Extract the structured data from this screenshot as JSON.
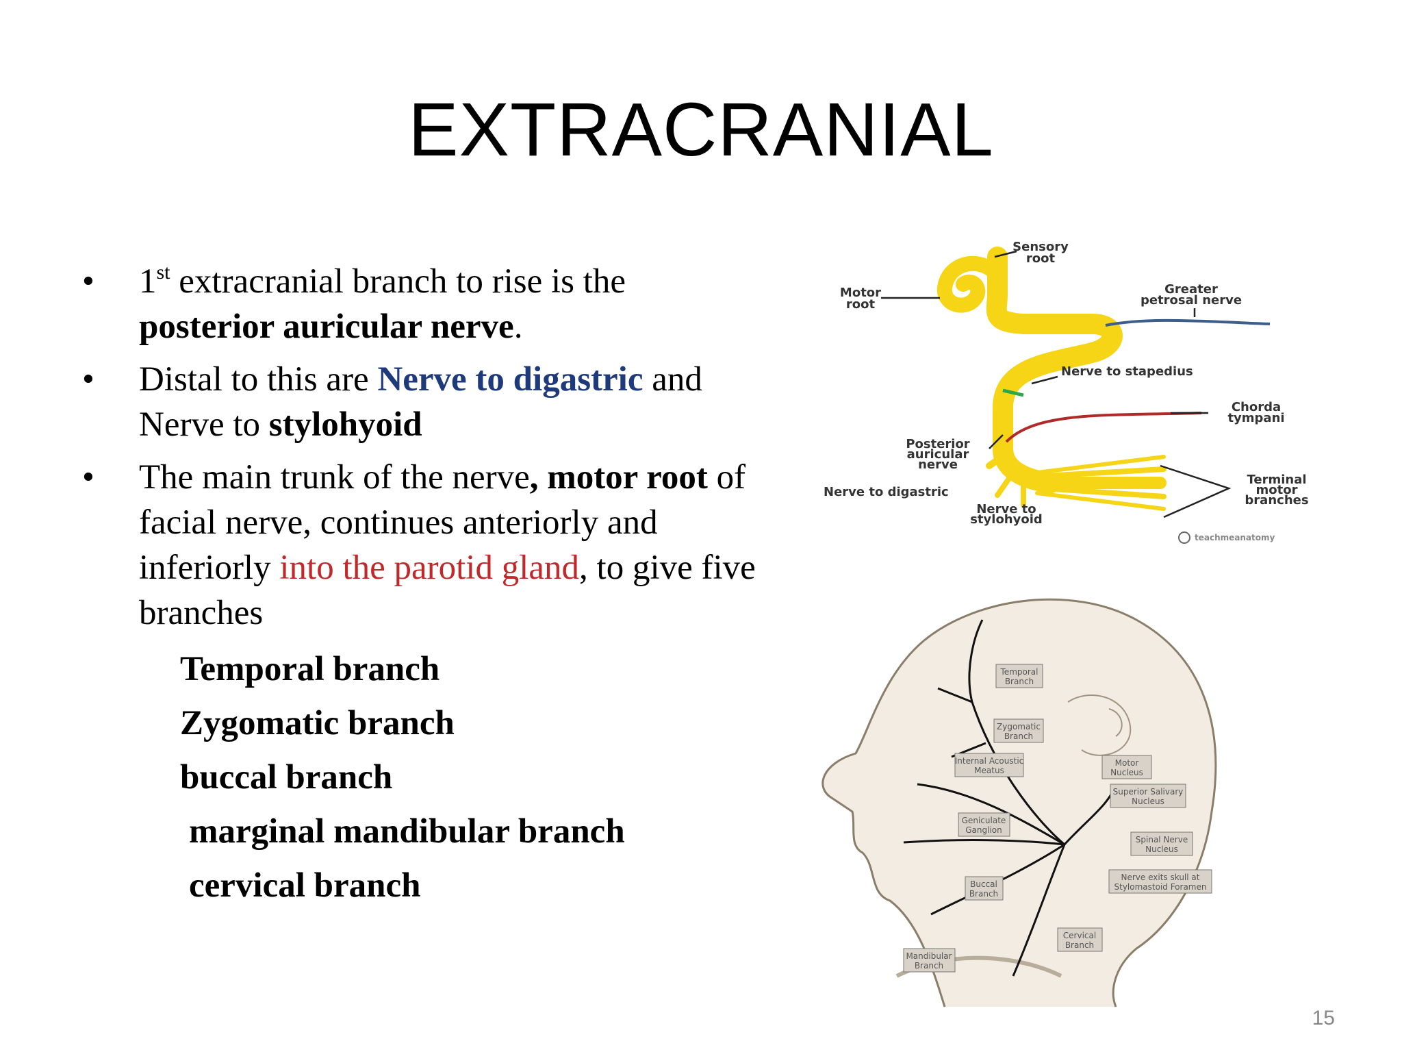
{
  "slide": {
    "title": "EXTRACRANIAL",
    "page_number": "15",
    "bullets": [
      {
        "marker": "•",
        "runs": [
          [
            "1",
            ""
          ],
          [
            "st",
            "sup"
          ],
          [
            " extracranial branch to rise is the ",
            ""
          ],
          [
            "posterior auricular nerve",
            "b"
          ],
          [
            ".",
            ""
          ]
        ]
      },
      {
        "marker": "•",
        "runs": [
          [
            "Distal to this are ",
            ""
          ],
          [
            "Nerve to digastric",
            "blue"
          ],
          [
            "  and Nerve to ",
            ""
          ],
          [
            "stylohyoid",
            "b"
          ]
        ]
      },
      {
        "marker": "•",
        "runs": [
          [
            "The main trunk of the nerve",
            ""
          ],
          [
            ", motor root",
            "b"
          ],
          [
            " of facial nerve,  continues anteriorly and inferiorly ",
            ""
          ],
          [
            "into the parotid gland",
            "red"
          ],
          [
            ", to give five branches",
            ""
          ]
        ]
      }
    ],
    "branches": {
      "temporal": "Temporal branch",
      "zygomatic": "Zygomatic branch",
      "buccal": "buccal branch",
      "marginal": "marginal mandibular branch",
      "cervical": "cervical branch"
    },
    "colors": {
      "blue": "#1f3a7a",
      "red": "#c0282a",
      "nerve_yellow": "#f5d516"
    }
  },
  "nerve_diagram": {
    "labels": {
      "sensory_root_1": "Sensory",
      "sensory_root_2": "root",
      "motor_root_1": "Motor",
      "motor_root_2": "root",
      "greater_petrosal_1": "Greater",
      "greater_petrosal_2": "petrosal nerve",
      "nerve_to_stapedius": "Nerve to stapedius",
      "chorda_1": "Chorda",
      "chorda_2": "tympani",
      "posterior_auricular_1": "Posterior",
      "posterior_auricular_2": "auricular",
      "posterior_auricular_3": "nerve",
      "terminal_1": "Terminal",
      "terminal_2": "motor",
      "terminal_3": "branches",
      "nerve_to_digastric": "Nerve to digastric",
      "nerve_to_stylohyoid_1": "Nerve to",
      "nerve_to_stylohyoid_2": "stylohyoid",
      "credit": "teachmeanatomy"
    }
  },
  "head_diagram": {
    "labels": {
      "temporal_1": "Temporal",
      "temporal_2": "Branch",
      "zygomatic_1": "Zygomatic",
      "zygomatic_2": "Branch",
      "iam_1": "Internal Acoustic",
      "iam_2": "Meatus",
      "motor_1": "Motor",
      "motor_2": "Nucleus",
      "sup_sal_1": "Superior Salivary",
      "sup_sal_2": "Nucleus",
      "genic_1": "Geniculate",
      "genic_2": "Ganglion",
      "spinal_1": "Spinal Nerve",
      "spinal_2": "Nucleus",
      "buccal_1": "Buccal",
      "buccal_2": "Branch",
      "exits_1": "Nerve exits skull at",
      "exits_2": "Stylomastoid Foramen",
      "cervical_1": "Cervical",
      "cervical_2": "Branch",
      "mandib_1": "Mandibular",
      "mandib_2": "Branch"
    }
  }
}
